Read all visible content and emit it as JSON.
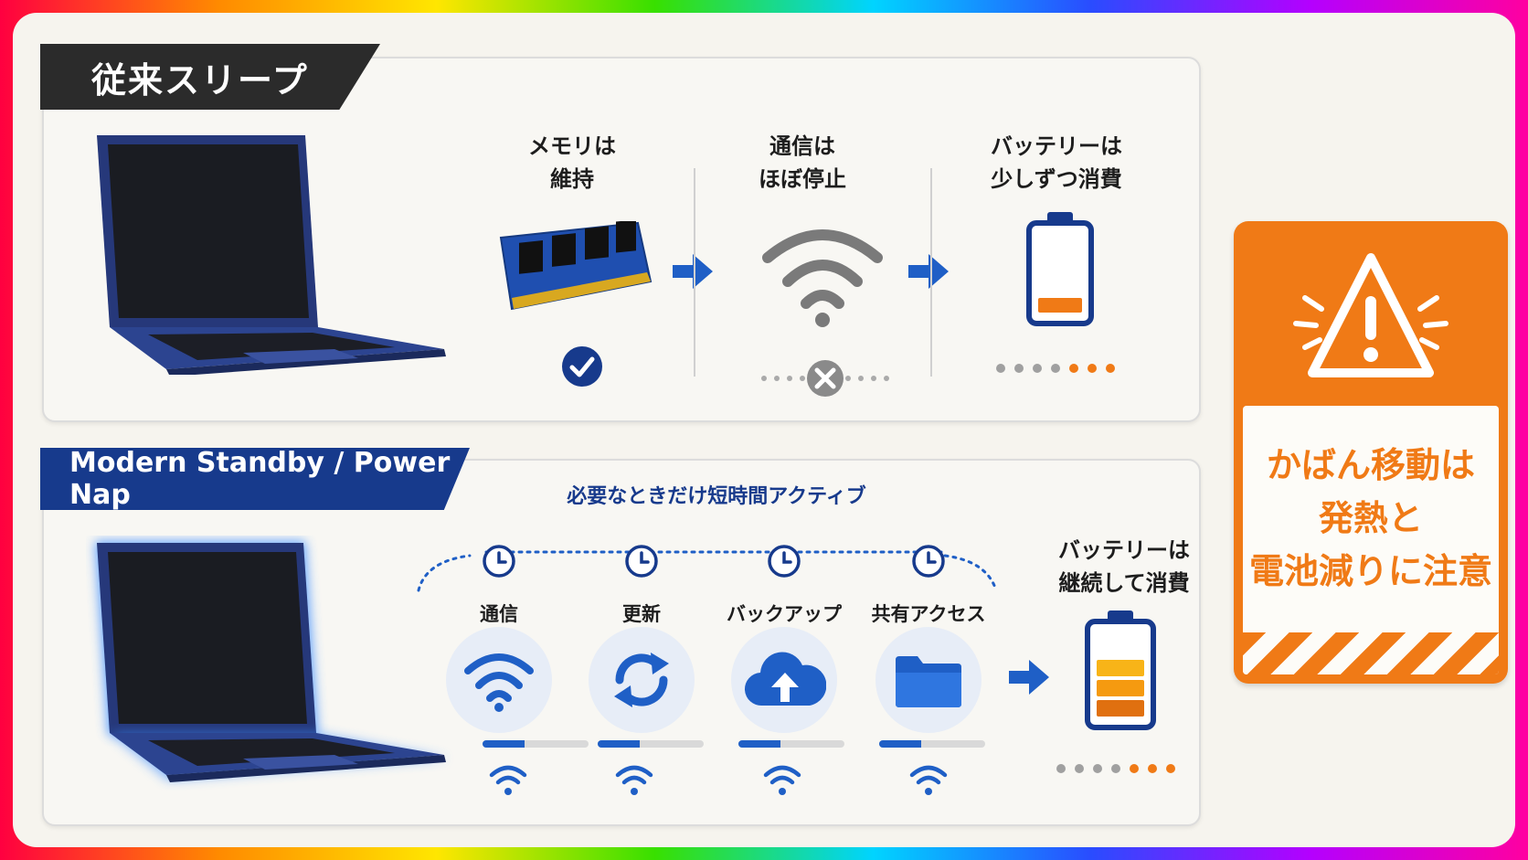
{
  "section1": {
    "title": "従来スリープ",
    "items": [
      {
        "label_line1": "メモリは",
        "label_line2": "維持"
      },
      {
        "label_line1": "通信は",
        "label_line2": "ほぼ停止"
      },
      {
        "label_line1": "バッテリーは",
        "label_line2": "少しずつ消費"
      }
    ],
    "battery_level": 0.2
  },
  "section2": {
    "title": "Modern Standby / Power Nap",
    "subtitle": "必要なときだけ短時間アクティブ",
    "activities": [
      {
        "label": "通信",
        "progress": 0.4
      },
      {
        "label": "更新",
        "progress": 0.4
      },
      {
        "label": "バックアップ",
        "progress": 0.4
      },
      {
        "label": "共有アクセス",
        "progress": 0.4
      }
    ],
    "battery_label_line1": "バッテリーは",
    "battery_label_line2": "継続して消費",
    "battery_level": 0.6
  },
  "warning": {
    "line1": "かばん移動は",
    "line2": "発熱と",
    "line3": "電池減りに注意"
  },
  "colors": {
    "navy": "#173a8c",
    "blue": "#1f5fc6",
    "orange": "#f07a16",
    "dark": "#2b2b2b"
  }
}
